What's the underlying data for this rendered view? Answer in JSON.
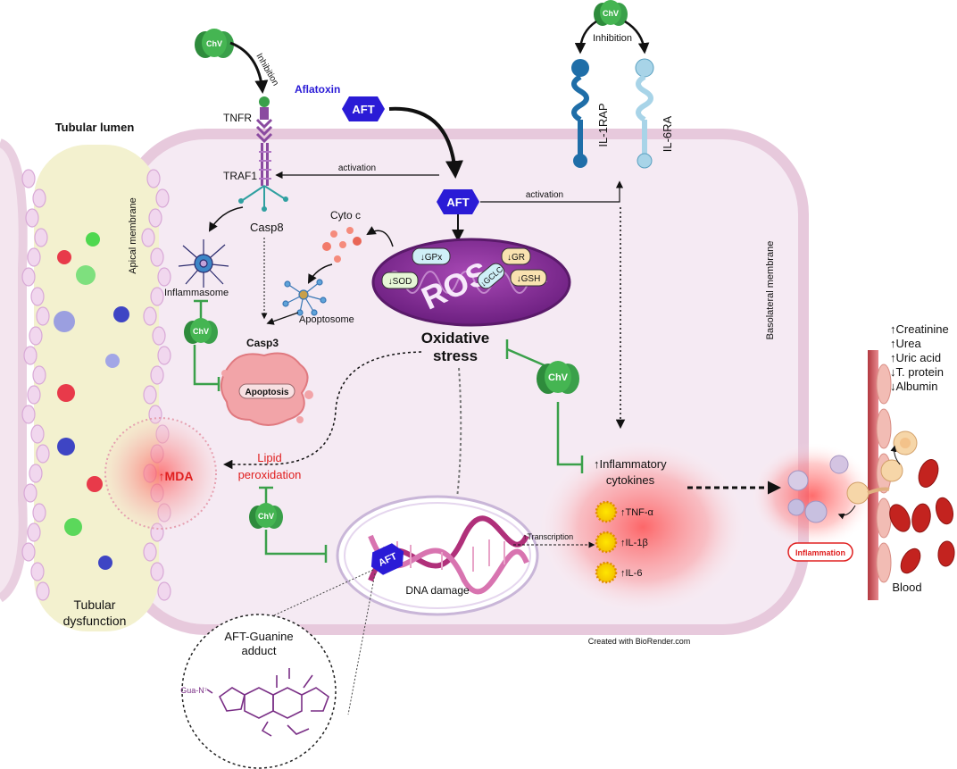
{
  "labels": {
    "tubular_lumen": "Tubular lumen",
    "apical_membrane": "Apical membrane",
    "tubular_dysfunction_1": "Tubular",
    "tubular_dysfunction_2": "dysfunction",
    "mda": "↑MDA",
    "lipid_1": "Lipid",
    "lipid_2": "peroxidation",
    "chv": "ChV",
    "inhibition": "Inhibition",
    "aflatoxin": "Aflatoxin",
    "aft": "AFT",
    "tnfr": "TNFR",
    "traf1": "TRAF1",
    "casp8": "Casp8",
    "casp3": "Casp3",
    "activation": "activation",
    "cyto_c": "Cyto c",
    "apoptosome": "Apoptosome",
    "inflammasome": "Inflammasome",
    "apoptosis": "Apoptosis",
    "ros": "ROS",
    "gpx": "↓GPx",
    "sod": "↓SOD",
    "gclc": "↓GCLC",
    "gr": "↓GR",
    "gsh": "↓GSH",
    "oxidative_1": "Oxidative",
    "oxidative_2": "stress",
    "il1rap": "IL-1RAP",
    "il6ra": "IL-6RA",
    "basolateral": "Basolateral membrane",
    "inflam_cyt_1": "↑Inflammatory",
    "inflam_cyt_2": "cytokines",
    "tnfa": "↑TNF-α",
    "il1b": "↑IL-1β",
    "il6": "↑IL-6",
    "transcription": "↑Transcription",
    "dna_damage": "DNA damage",
    "adduct_1": "AFT-Guanine",
    "adduct_2": "adduct",
    "gua": "Gua-N⁷",
    "created_with": "Created with BioRender.com",
    "inflammation": "Inflammation",
    "blood": "Blood",
    "markers": [
      "↑Creatinine",
      "↑Urea",
      "↑Uric acid",
      "↓T. protein",
      "↓Albumin"
    ]
  },
  "colors": {
    "chv_green": "#3aa04a",
    "aft_blue": "#2a1bd6",
    "ros_purple": "#8a2d9c",
    "cell_border": "#e9cfe0",
    "lumen": "#f3f1cf",
    "lipid_red": "#e02020"
  }
}
